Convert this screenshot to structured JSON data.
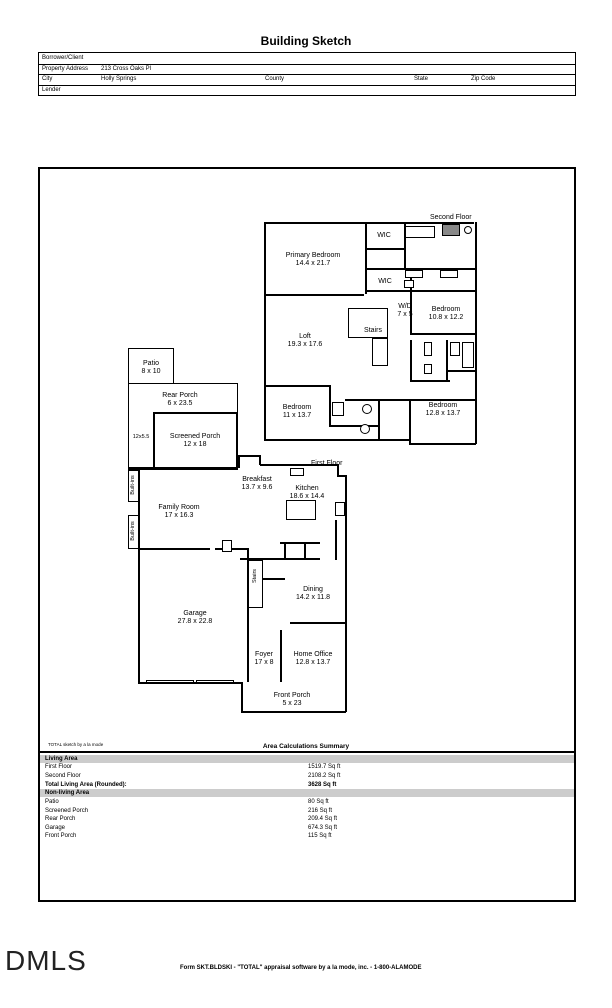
{
  "title": "Building Sketch",
  "header": {
    "borrower_label": "Borrower/Client",
    "property_label": "Property Address",
    "property_value": "213 Cross Oaks Pl",
    "city_label": "City",
    "city_value": "Holly Springs",
    "county_label": "County",
    "state_label": "State",
    "zip_label": "Zip Code",
    "lender_label": "Lender"
  },
  "sketch": {
    "second_floor_label": "Second Floor",
    "first_floor_label": "First Floor",
    "rooms": {
      "primary_bedroom": {
        "name": "Primary Bedroom",
        "dims": "14.4 x 21.7"
      },
      "wic1": {
        "name": "WIC"
      },
      "wic2": {
        "name": "WIC"
      },
      "wd": {
        "name": "W/D",
        "dims": "7 x 5"
      },
      "bedroom_a": {
        "name": "Bedroom",
        "dims": "10.8 x 12.2"
      },
      "loft": {
        "name": "Loft",
        "dims": "19.3 x 17.6"
      },
      "stairs2": {
        "name": "Stairs"
      },
      "bedroom_b": {
        "name": "Bedroom",
        "dims": "11 x 13.7"
      },
      "bedroom_c": {
        "name": "Bedroom",
        "dims": "12.8 x 13.7"
      },
      "patio": {
        "name": "Patio",
        "dims": "8 x 10"
      },
      "rear_porch": {
        "name": "Rear Porch",
        "dims": "6 x 23.5"
      },
      "side_porch": {
        "name": "12x5.5"
      },
      "screened_porch": {
        "name": "Screened Porch",
        "dims": "12 x 18"
      },
      "breakfast": {
        "name": "Breakfast",
        "dims": "13.7 x 9.6"
      },
      "kitchen": {
        "name": "Kitchen",
        "dims": "18.6 x 14.4"
      },
      "family_room": {
        "name": "Family Room",
        "dims": "17 x 16.3"
      },
      "built_ins1": {
        "name": "Built-ins"
      },
      "built_ins2": {
        "name": "Built-ins"
      },
      "stairs1": {
        "name": "Stairs"
      },
      "dining": {
        "name": "Dining",
        "dims": "14.2 x 11.8"
      },
      "garage": {
        "name": "Garage",
        "dims": "27.8 x 22.8"
      },
      "foyer": {
        "name": "Foyer",
        "dims": "17 x 8"
      },
      "home_office": {
        "name": "Home Office",
        "dims": "12.8 x 13.7"
      },
      "front_porch": {
        "name": "Front Porch",
        "dims": "5 x 23"
      }
    }
  },
  "area": {
    "note": "TOTAL sketch by a la mode",
    "title": "Area Calculations Summary",
    "living_heading": "Living Area",
    "living": [
      {
        "label": "First Floor",
        "value": "1519.7 Sq ft"
      },
      {
        "label": "Second Floor",
        "value": "2108.2 Sq ft"
      }
    ],
    "total_label": "Total Living Area (Rounded):",
    "total_value": "3628 Sq ft",
    "nonliving_heading": "Non-living Area",
    "nonliving": [
      {
        "label": "Patio",
        "value": "80 Sq ft"
      },
      {
        "label": "Screened Porch",
        "value": "216 Sq ft"
      },
      {
        "label": "Rear Porch",
        "value": "209.4 Sq ft"
      },
      {
        "label": "Garage",
        "value": "674.3 Sq ft"
      },
      {
        "label": "Front Porch",
        "value": "115 Sq ft"
      }
    ]
  },
  "footer": {
    "logo": "DMLS",
    "text": "Form SKT.BLDSKI - \"TOTAL\" appraisal software by a la mode, inc. - 1-800-ALAMODE"
  }
}
